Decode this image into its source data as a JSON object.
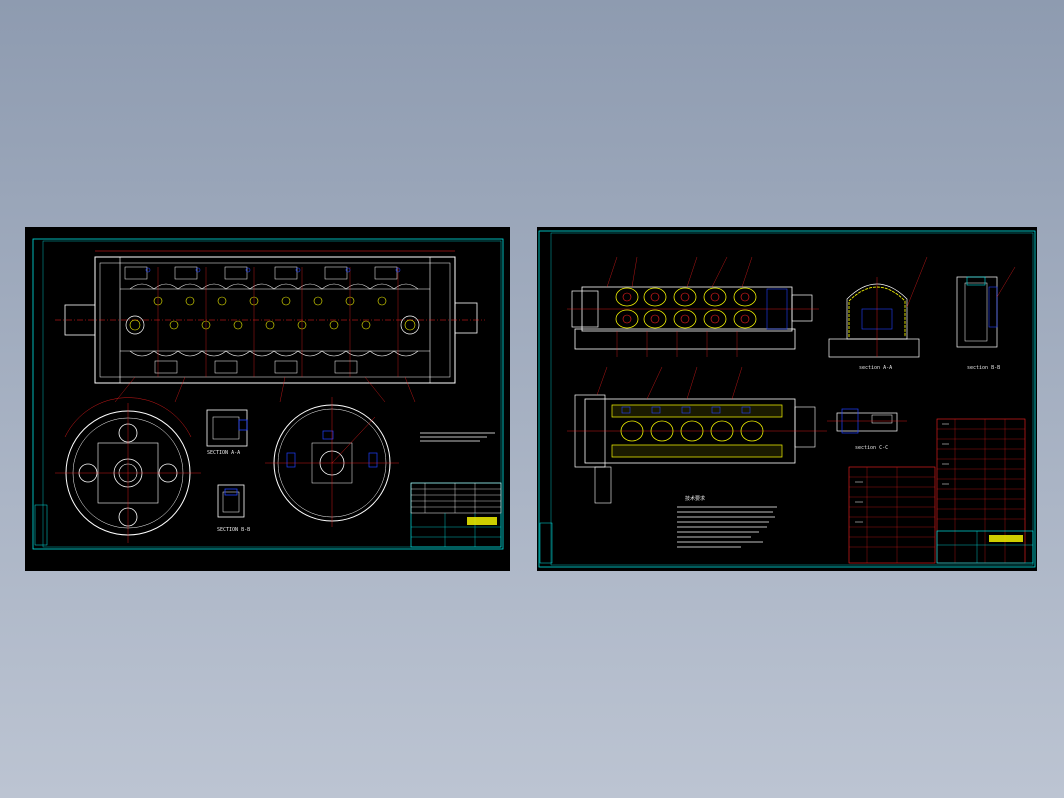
{
  "viewer": {
    "background_gradient": [
      "#8e9bb0",
      "#bcc4d2"
    ]
  },
  "colors": {
    "paper": "#000000",
    "outline": "#ffffff",
    "frame": "#00e5e5",
    "centerline": "#ff2020",
    "hatch": "#f2f200",
    "section": "#2040ff",
    "dimension": "#ff2020"
  },
  "sheets": [
    {
      "id": "left",
      "views": [
        "top-view-long-body",
        "end-view-left-flange",
        "end-view-right-disc",
        "section-a-a",
        "section-b-b"
      ],
      "captions": {
        "section_upper": "SECTION A-A",
        "section_lower": "SECTION B-B"
      }
    },
    {
      "id": "right",
      "views": [
        "front-assembly-view",
        "plan-assembly-view",
        "section-a-a",
        "section-b-b",
        "section-c-c"
      ],
      "captions": {
        "section_right_1": "section A-A",
        "section_right_2": "section B-B",
        "section_right_3": "section C-C",
        "notes_title": "技术要求"
      }
    }
  ]
}
